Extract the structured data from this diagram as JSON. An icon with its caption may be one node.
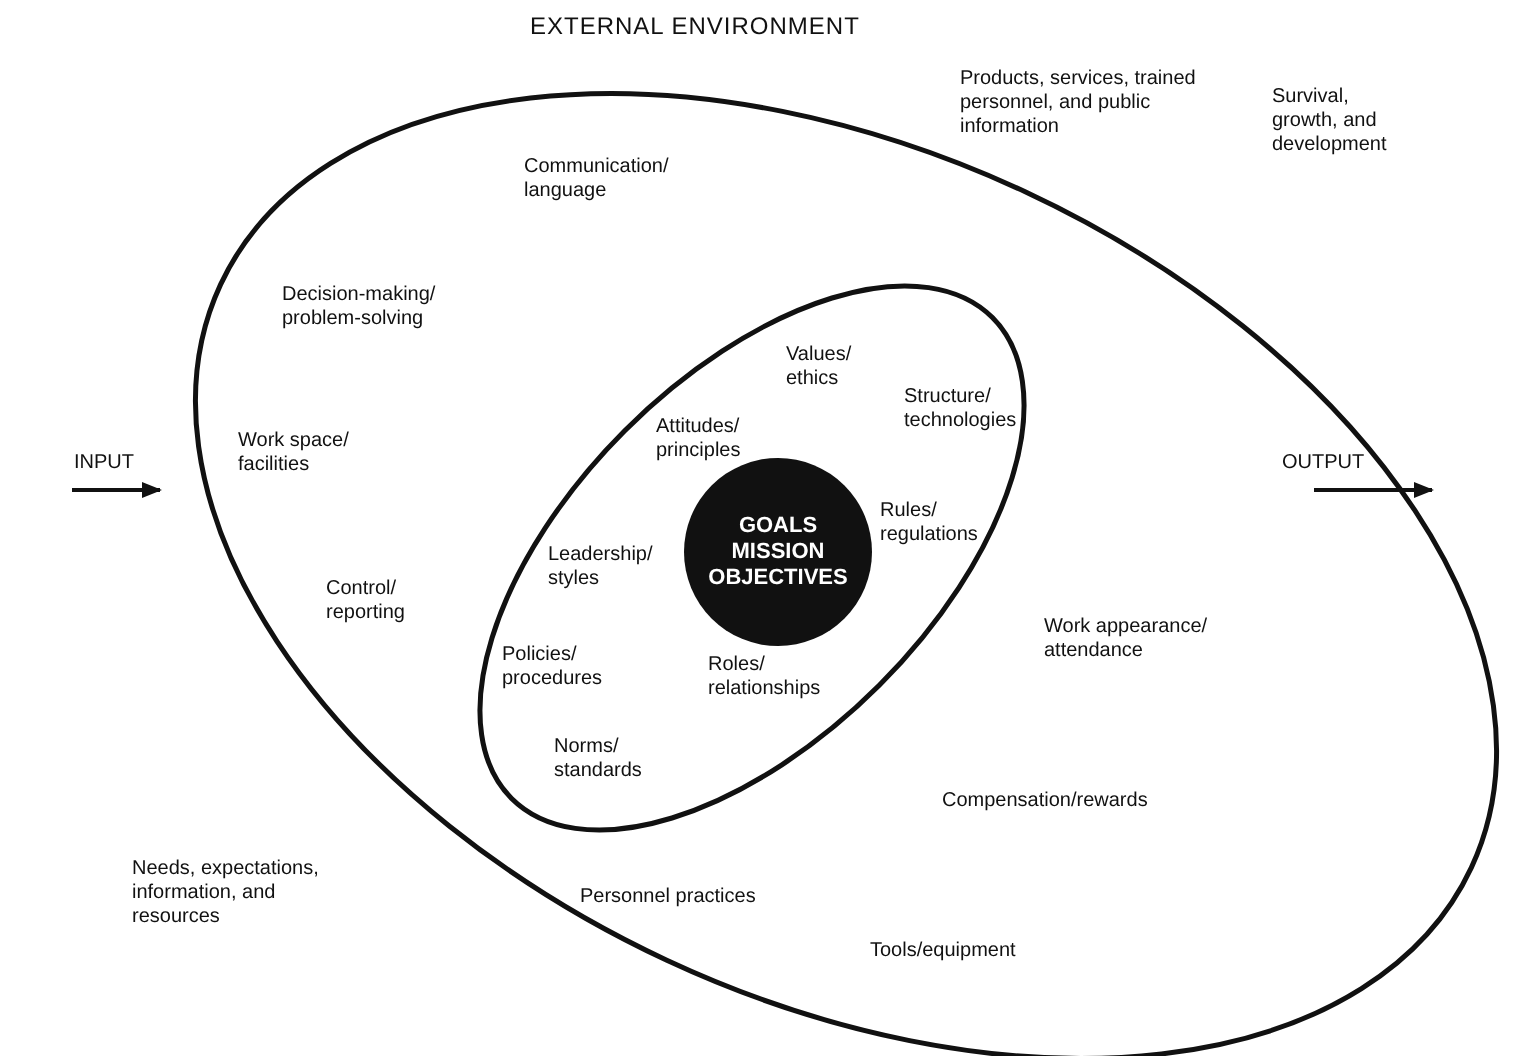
{
  "diagram": {
    "nodes": [
      {
        "text": [],
        "shape": "ellipse"
      },
      {
        "text": [],
        "shape": "ellipse",
        "in": 0
      },
      {
        "text": [
          "GOALS MISSION OBJECTIVES"
        ],
        "in": 1
      }
    ],
    "labels": [
      "EXTERNAL ENVIRONMENT",
      "Products, services, trained personnel, and public information",
      "Survival, growth, and development",
      "Communication/ language",
      "Decision-making/ problem-solving",
      "INPUT",
      "OUTPUT",
      "Values/ ethics",
      "Structure/ technologies",
      "Work space/ facilities",
      "Attitudes/ principles",
      "Rules/ regulations",
      "Leadership/ styles",
      "Control/ reporting",
      "Work appearance/ attendance",
      "Policies/ procedures",
      "Roles/ relationships",
      "Norms/ standards",
      "Compensation/rewards",
      "Needs, expectations, information, and resources",
      "Personnel practices",
      "Tools/equipment"
    ]
  }
}
